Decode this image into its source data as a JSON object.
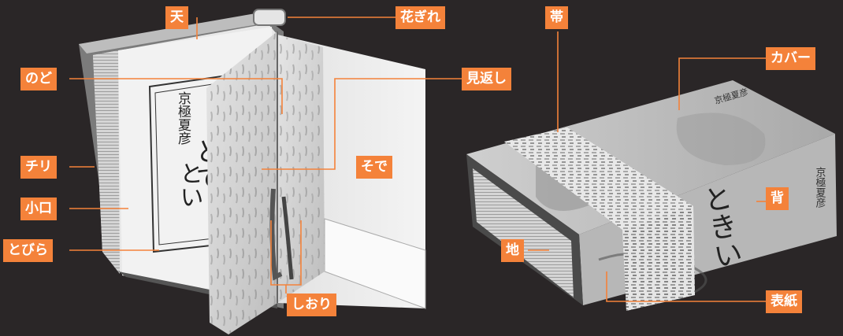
{
  "labels": {
    "ten": "天",
    "hanagire": "花ぎれ",
    "obi": "帯",
    "nodo": "のど",
    "cover": "カバー",
    "mikaeshi": "見返し",
    "chiri": "チリ",
    "sode": "そで",
    "koguchi": "小口",
    "se": "背",
    "tobira": "とびら",
    "chi": "地",
    "shiori": "しおり",
    "hyoshi": "表紙"
  },
  "book_text": {
    "title_open": "とて",
    "title_open_2": "とい",
    "author_open": "京極夏彦",
    "title_closed": "ときい",
    "spine_author": "京極夏彦",
    "top_author": "京極夏彦"
  },
  "colors": {
    "background": "#2a2627",
    "label": "#f4823a",
    "line": "#f4823a"
  }
}
